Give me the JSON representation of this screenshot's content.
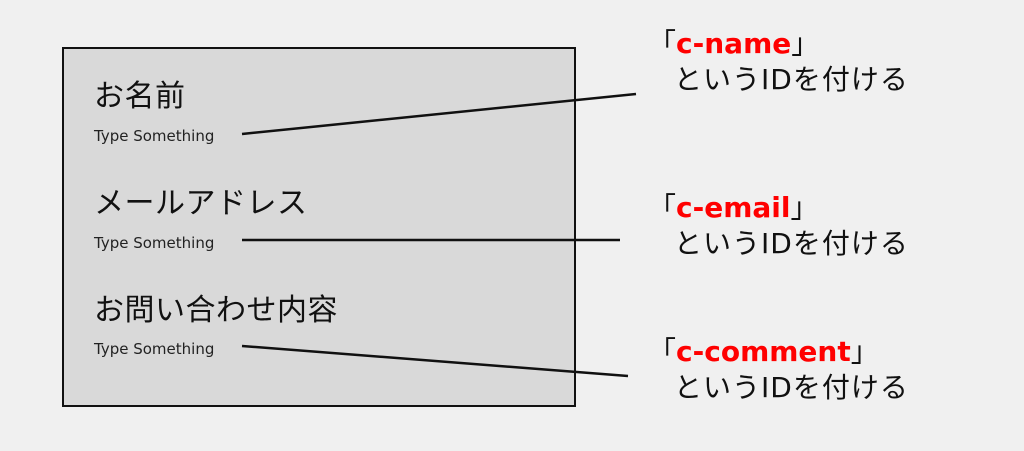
{
  "form": {
    "fields": [
      {
        "label": "お名前",
        "placeholder": "Type Something"
      },
      {
        "label": "メールアドレス",
        "placeholder": "Type Something"
      },
      {
        "label": "お問い合わせ内容",
        "placeholder": "Type Something"
      }
    ]
  },
  "annotations": [
    {
      "open_bracket": "「",
      "id": "c-name",
      "close_bracket": "」",
      "description": "というIDを付ける"
    },
    {
      "open_bracket": "「",
      "id": "c-email",
      "close_bracket": "」",
      "description": "というIDを付ける"
    },
    {
      "open_bracket": "「",
      "id": "c-comment",
      "close_bracket": "」",
      "description": "というIDを付ける"
    }
  ],
  "colors": {
    "background": "#f0f0f0",
    "panel": "#d9d9d9",
    "border": "#111111",
    "id_highlight": "#ff0000"
  }
}
